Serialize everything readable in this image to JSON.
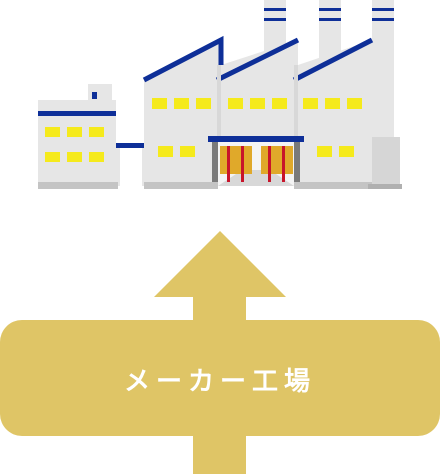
{
  "label": {
    "text": "メーカー工場"
  },
  "illustration": {
    "subject": "factory-illustration",
    "arrow_direction": "up"
  },
  "colors": {
    "arrow": "#DFC566",
    "label_text": "#ffffff",
    "wall": "#E6E6E6",
    "roof": "#0E2F98",
    "window": "#F5EA1C",
    "door_gold": "#E0A92A",
    "door_red": "#C8142A",
    "ground": "#C4C4C4"
  }
}
